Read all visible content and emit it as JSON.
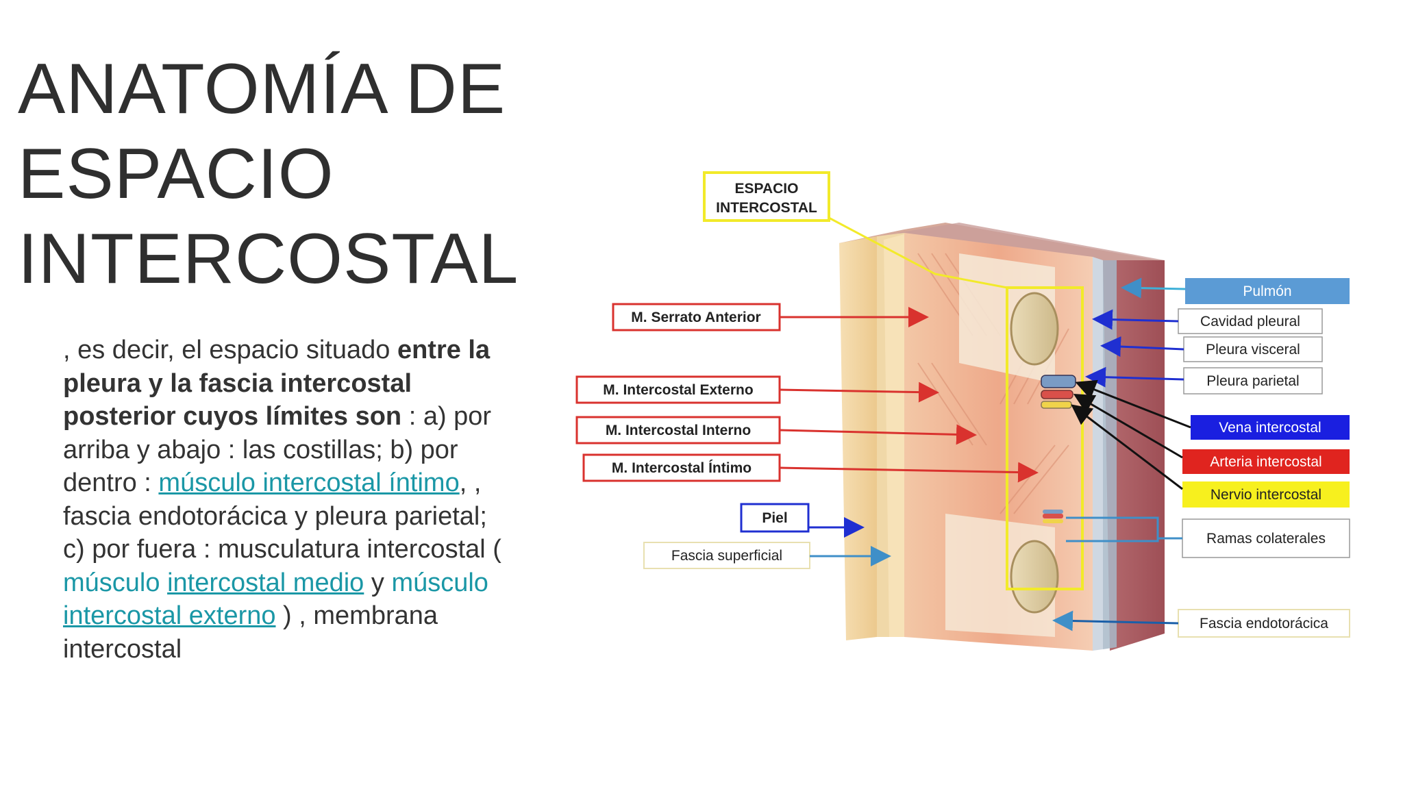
{
  "title": {
    "line1": " ANATOMÍA  DE",
    "line2": "ESPACIO",
    "line3": "INTERCOSTAL"
  },
  "body": {
    "t1": ",  es decir,   el  espacio  situado ",
    "b1": "entre la pleura y la fascia intercostal posterior  cuyos límites  son",
    "t2": "  : a) por  arriba y abajo  : las  costillas;  b) por  dentro : ",
    "link1": "músculo intercostal íntimo",
    "t3": ",  , fascia  endotorácica y pleura parietal;  c) por  fuera : musculatura intercostal (  ",
    "link2a": "músculo",
    "t4": " ",
    "link2b": "intercostal medio",
    "t5": "  y ",
    "link3a": "músculo",
    "t6": " ",
    "link3b": "intercostal externo",
    "t7": "  ) , membrana intercostal"
  },
  "diagram": {
    "espacio_line1": "ESPACIO",
    "espacio_line2": "INTERCOSTAL",
    "left_labels": {
      "serrato": "M. Serrato Anterior",
      "externo": "M. Intercostal Externo",
      "interno": "M. Intercostal Interno",
      "intimo": "M. Intercostal Íntimo",
      "piel": "Piel",
      "fascia_sup": "Fascia superficial"
    },
    "right_labels": {
      "pulmon": "Pulmón",
      "cavidad": "Cavidad pleural",
      "visceral": "Pleura visceral",
      "parietal": "Pleura parietal",
      "vena": "Vena intercostal",
      "arteria": "Arteria  intercostal",
      "nervio": "Nervio intercostal",
      "ramas": "Ramas colaterales",
      "fascia_endo": "Fascia  endotorácica"
    },
    "colors": {
      "yellow": "#f2ea2a",
      "red": "#d9322e",
      "blue": "#1f2fd1",
      "lightblue": "#4a9fd8",
      "pulmon_bg": "#5b9bd5",
      "vena_bg": "#1a1fe0",
      "arteria_bg": "#e0241f",
      "nervio_bg": "#f7f01e"
    }
  }
}
